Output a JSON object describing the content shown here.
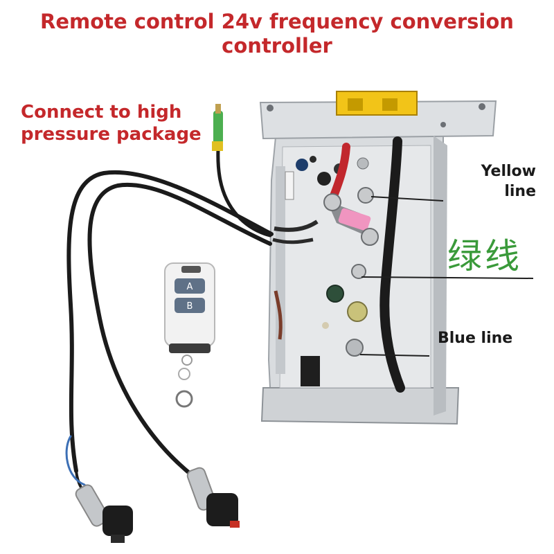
{
  "title": {
    "line1": "Remote control 24v frequency conversion",
    "line2": "controller"
  },
  "labels": {
    "high_pressure_line1": "Connect to high",
    "high_pressure_line2": "pressure package",
    "yellow_line1": "Yellow",
    "yellow_line2": "line",
    "green_line": "绿线",
    "blue_line": "Blue line"
  },
  "remote": {
    "button_a": "A",
    "button_b": "B"
  },
  "colors": {
    "title_red": "#c4282b",
    "label_black": "#1a1a1a",
    "green_text": "#3a9a3a",
    "connector_yellow": "#f2c418"
  }
}
